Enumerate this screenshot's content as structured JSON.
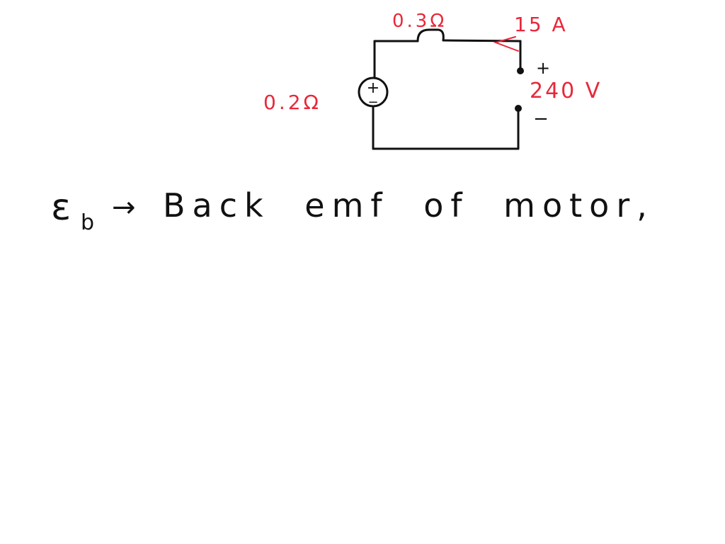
{
  "circuit": {
    "series_resistance_label": "0.3Ω",
    "source_resistance_label": "0.2Ω",
    "current_label": "15 A",
    "voltage_label": "240 V",
    "plus_terminal": "+",
    "minus_terminal": "−",
    "source_plus": "+",
    "source_minus": "−"
  },
  "note": {
    "symbol": "ε",
    "subscript": "b",
    "arrow": "→",
    "text": "Back emf of motor,"
  },
  "colors": {
    "annotation": "#e8283a",
    "ink": "#111111",
    "background": "#ffffff"
  }
}
